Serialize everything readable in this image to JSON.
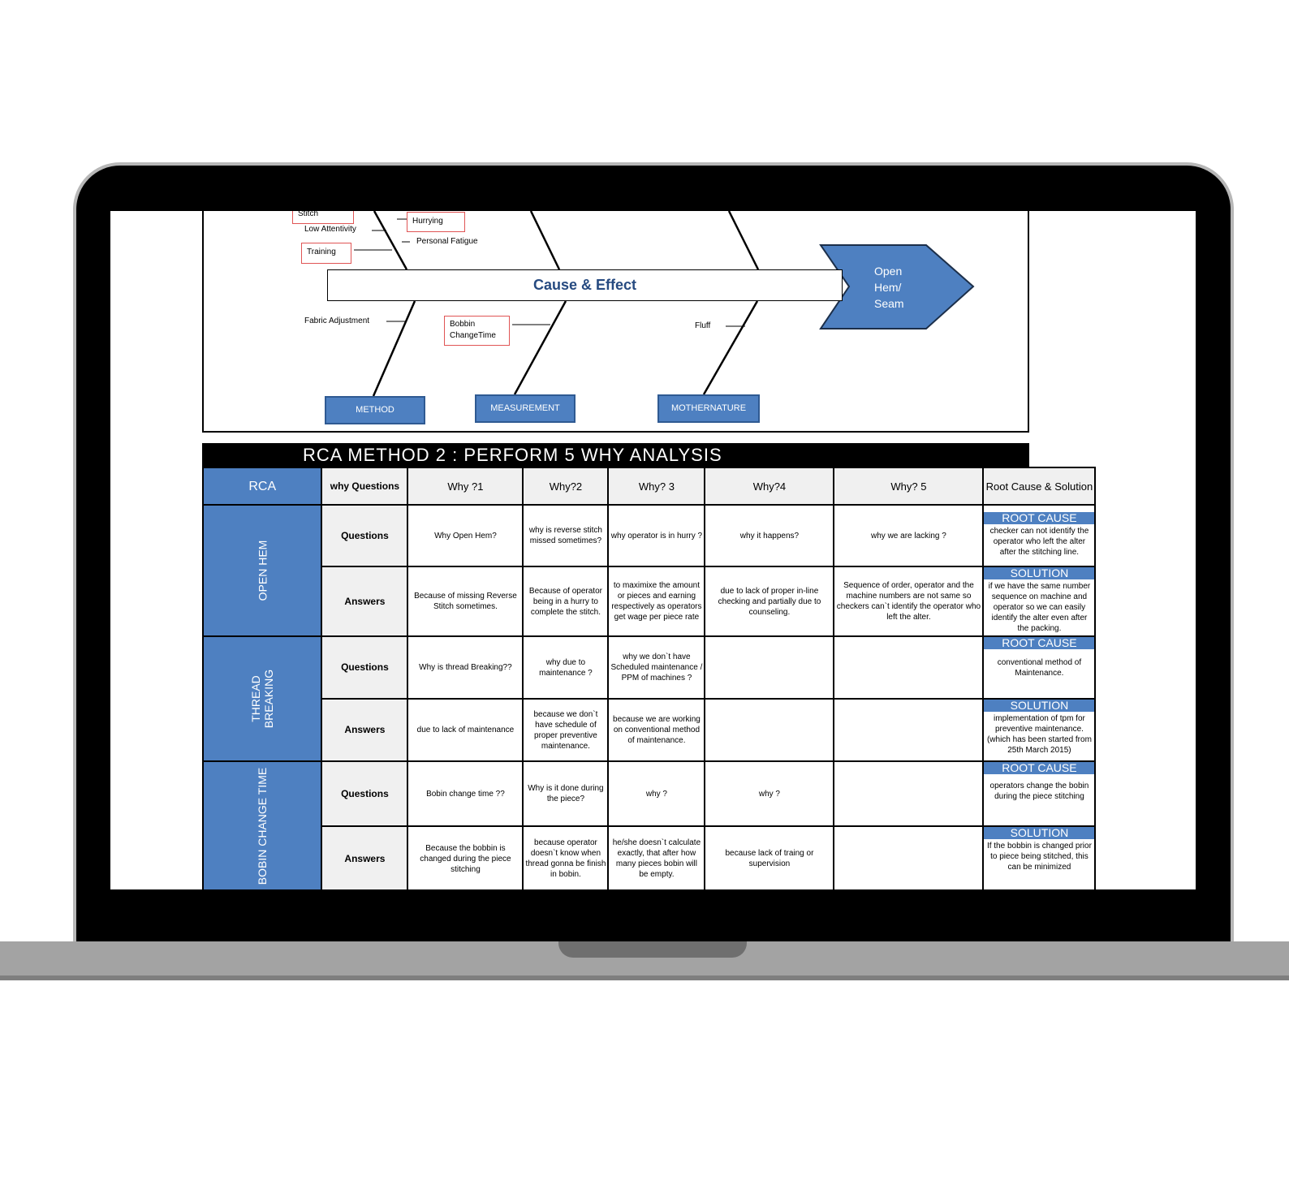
{
  "fishbone": {
    "title": "Cause & Effect",
    "effect": [
      "Open",
      "Hem/",
      "Seam"
    ],
    "labels": {
      "stitch": "Stitch",
      "low_attentivity": "Low Attentivity",
      "training": "Training",
      "hurrying": "Hurrying",
      "personal_fatigue": "Personal Fatigue",
      "fabric_adjustment": "Fabric Adjustment",
      "bobbin_change_time": [
        "Bobbin",
        "ChangeTime"
      ],
      "fluff": "Fluff"
    },
    "categories": [
      "METHOD",
      "MEASUREMENT",
      "MOTHERNATURE"
    ]
  },
  "rca": {
    "title": "RCA METHOD 2 : PERFORM 5 WHY ANALYSIS",
    "headers": [
      "RCA",
      "why Questions",
      "Why ?1",
      "Why?2",
      "Why? 3",
      "Why?4",
      "Why? 5",
      "Root Cause & Solution"
    ],
    "row_labels": {
      "questions": "Questions",
      "answers": "Answers"
    },
    "tags": {
      "root_cause": "ROOT CAUSE",
      "solution": "SOLUTION"
    },
    "groups": [
      {
        "name": "OPEN HEM",
        "questions": [
          "Why Open Hem?",
          "why is reverse stitch missed sometimes?",
          "why operator is in hurry ?",
          "why it happens?",
          "why we are lacking ?"
        ],
        "answers": [
          "Because of missing Reverse Stitch sometimes.",
          "Because of operator being in a hurry to complete the stitch.",
          "to maximixe the amount or pieces and earning respectively as operators get wage per piece rate",
          "due to lack of proper in-line checking and partially due to counseling.",
          "Sequence of order, operator and the machine numbers are not same so checkers can`t identify the operator who left the alter."
        ],
        "root_cause": "checker can not identify the operator who left the alter after the stitching line.",
        "solution": "if we have the same number sequence on machine and operator so we can easily identify the alter even after the packing."
      },
      {
        "name": "THREAD BREAKING",
        "questions": [
          "Why is thread Breaking??",
          "why due to maintenance ?",
          "why we don`t have Scheduled maintenance / PPM of machines ?",
          "",
          ""
        ],
        "answers": [
          "due to lack of maintenance",
          "because we don`t have schedule of proper preventive maintenance.",
          "because we are working on conventional method of maintenance.",
          "",
          ""
        ],
        "root_cause": "conventional method of Maintenance.",
        "solution": "implementation of tpm for preventive maintenance. (which has been started from 25th March 2015)"
      },
      {
        "name": "BOBIN CHANGE TIME",
        "questions": [
          "Bobin change time ??",
          "Why is it done during the piece?",
          "why ?",
          "why ?",
          ""
        ],
        "answers": [
          "Because the bobbin is changed during the piece stitching",
          "because operator doesn`t know when thread gonna be finish in bobin.",
          "he/she doesn`t calculate exactly, that after how many pieces bobin will be empty.",
          "because lack of traing or supervision",
          ""
        ],
        "root_cause": "operators change the bobin during the piece stitching",
        "solution": "If the bobbin is changed prior to piece being stitched, this can be minimized"
      }
    ]
  },
  "colors": {
    "accent_blue": "#4e80c1",
    "red_box": "#e05555",
    "title_navy": "#264a80"
  }
}
